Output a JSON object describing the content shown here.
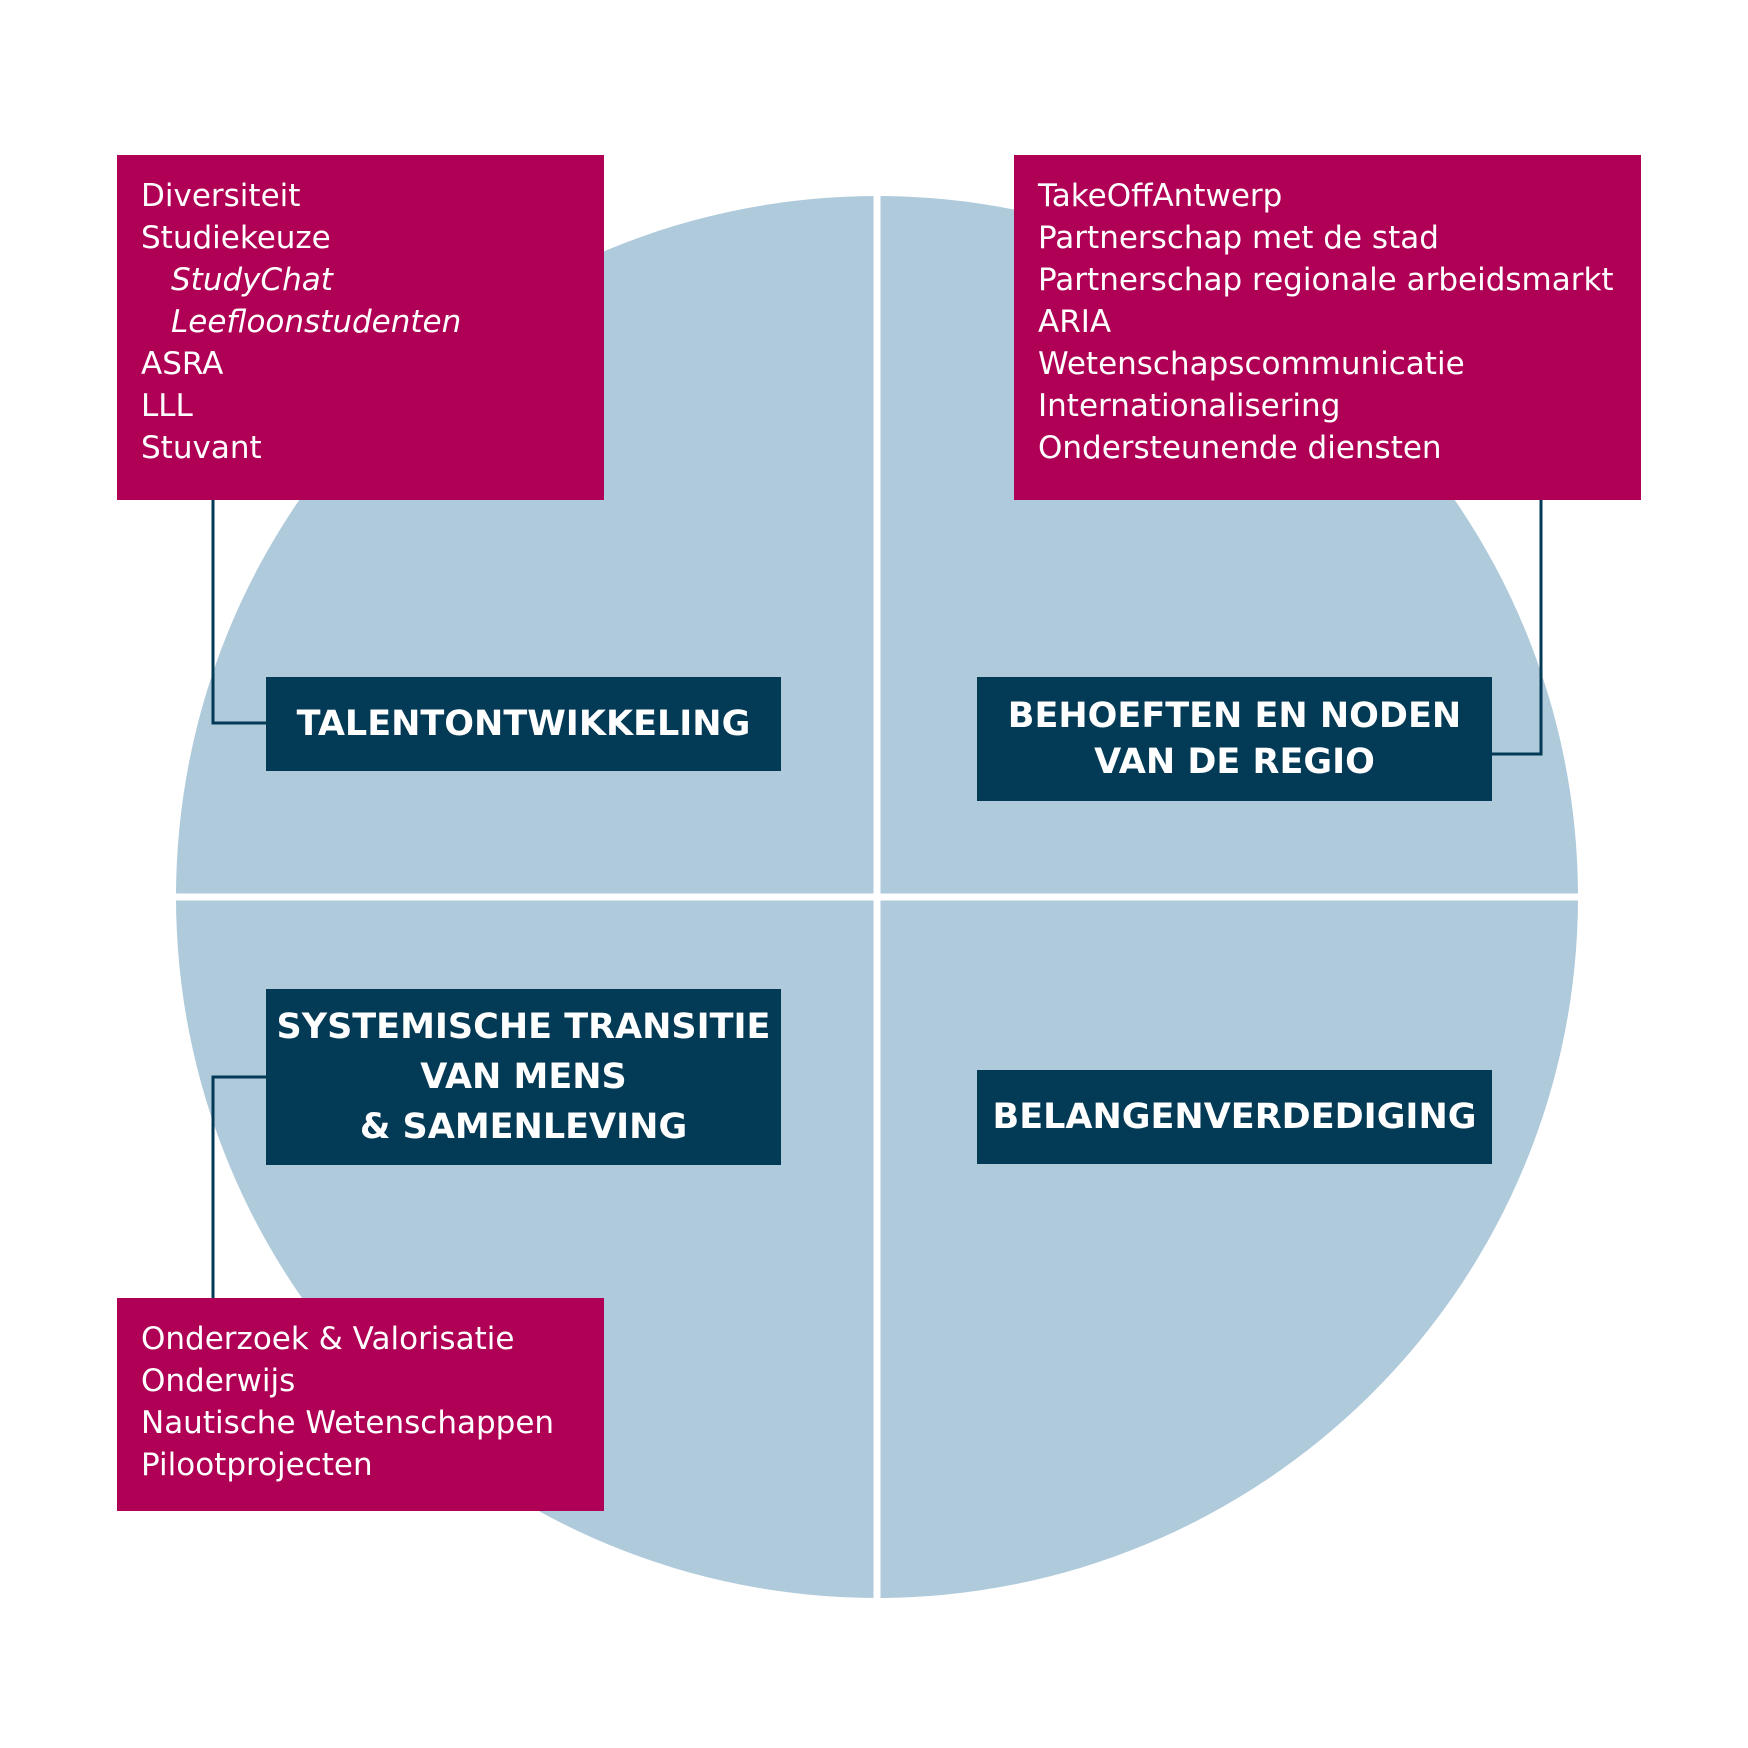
{
  "colors": {
    "circle": "#afcadb",
    "divider": "#ffffff",
    "label_box": "#033a56",
    "list_box": "#b00055",
    "connector": "#033a56",
    "text": "#ffffff"
  },
  "quadrants": {
    "top_left": {
      "title_lines": [
        "TALENTONTWIKKELING"
      ],
      "items": [
        {
          "text": "Diversiteit",
          "sub": false
        },
        {
          "text": "Studiekeuze",
          "sub": false
        },
        {
          "text": "StudyChat",
          "sub": true
        },
        {
          "text": "Leefloonstudenten",
          "sub": true
        },
        {
          "text": "ASRA",
          "sub": false
        },
        {
          "text": "LLL",
          "sub": false
        },
        {
          "text": "Stuvant",
          "sub": false
        }
      ]
    },
    "top_right": {
      "title_lines": [
        "BEHOEFTEN EN NODEN",
        "VAN DE REGIO"
      ],
      "items": [
        {
          "text": "TakeOffAntwerp",
          "sub": false
        },
        {
          "text": "Partnerschap met de stad",
          "sub": false
        },
        {
          "text": "Partnerschap regionale arbeidsmarkt",
          "sub": false
        },
        {
          "text": "ARIA",
          "sub": false
        },
        {
          "text": "Wetenschapscommunicatie",
          "sub": false
        },
        {
          "text": "Internationalisering",
          "sub": false
        },
        {
          "text": "Ondersteunende diensten",
          "sub": false
        }
      ]
    },
    "bottom_left": {
      "title_lines": [
        "SYSTEMISCHE TRANSITIE",
        "VAN MENS",
        "& SAMENLEVING"
      ],
      "items": [
        {
          "text": "Onderzoek & Valorisatie",
          "sub": false
        },
        {
          "text": "Onderwijs",
          "sub": false
        },
        {
          "text": "Nautische Wetenschappen",
          "sub": false
        },
        {
          "text": "Pilootprojecten",
          "sub": false
        }
      ]
    },
    "bottom_right": {
      "title_lines": [
        "BELANGENVERDEDIGING"
      ]
    }
  }
}
